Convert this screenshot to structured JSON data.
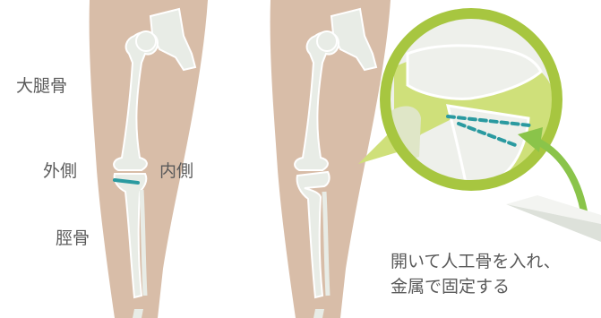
{
  "labels": {
    "femur": "大腿骨",
    "lateral": "外側",
    "medial": "内側",
    "tibia": "脛骨"
  },
  "caption": {
    "line1": "開いて人工骨を入れ、",
    "line2": "金属で固定する"
  },
  "colors": {
    "skin": "#d8bda8",
    "bone": "#e8ece6",
    "bone_outline": "#ffffff",
    "cut_line": "#2a9aa0",
    "graft": "#cfe07a",
    "lens_outline": "#a7c640",
    "arrow": "#8ac44a",
    "label_text": "#5a5a5a"
  }
}
